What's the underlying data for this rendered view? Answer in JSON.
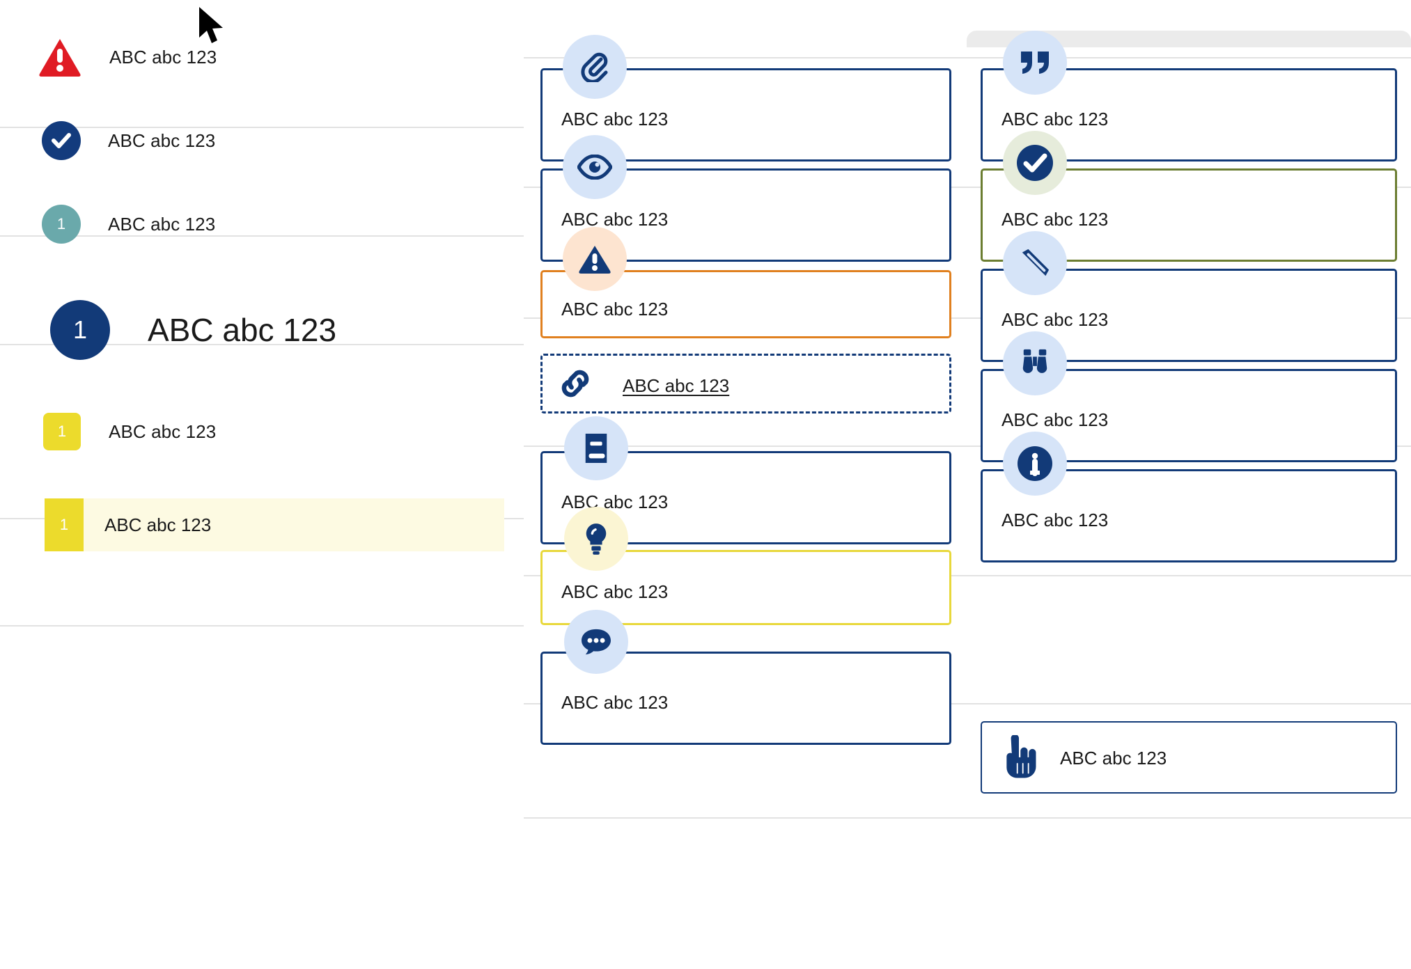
{
  "colors": {
    "navy": "#123a78",
    "navy_deep": "#133b7d",
    "red": "#e01b24",
    "teal": "#6aa9ab",
    "yellow": "#ecdb2c",
    "yellow_border": "#e8d83b",
    "yellow_highlight_bg": "#fdfae2",
    "orange": "#e0801f",
    "olive": "#6b7d31",
    "icon_bg_blue": "#d6e4f8",
    "icon_bg_peach": "#fde4d0",
    "icon_bg_mint": "#e6ecdb",
    "icon_bg_cream": "#fbf5d3",
    "divider": "#e2e2e2",
    "text": "#1a1a1a"
  },
  "left_column": {
    "rows": [
      {
        "icon": "warning-triangle-icon",
        "label": "ABC abc 123"
      },
      {
        "icon": "check-circle-icon",
        "label": "ABC abc 123"
      },
      {
        "icon": "number-circle-icon",
        "badge": "1",
        "label": "ABC abc 123"
      },
      {
        "icon": "number-circle-large-icon",
        "badge": "1",
        "label": "ABC abc 123"
      },
      {
        "icon": "number-square-icon",
        "badge": "1",
        "label": "ABC abc 123"
      }
    ],
    "highlighted_row": {
      "badge": "1",
      "label": "ABC abc 123"
    }
  },
  "middle_column": {
    "cards": [
      {
        "icon": "paperclip-icon",
        "label": "ABC abc 123",
        "border": "navy"
      },
      {
        "icon": "eye-icon",
        "label": "ABC abc 123",
        "border": "navy"
      },
      {
        "icon": "warning-triangle-icon",
        "label": "ABC abc 123",
        "border": "orange"
      },
      {
        "icon": "link-icon",
        "label": "ABC abc 123",
        "border": "dashed-navy",
        "underlined": true
      },
      {
        "icon": "book-icon",
        "label": "ABC abc 123",
        "border": "navy"
      },
      {
        "icon": "lightbulb-icon",
        "label": "ABC abc 123",
        "border": "yellow"
      },
      {
        "icon": "comment-icon",
        "label": "ABC abc 123",
        "border": "navy"
      }
    ]
  },
  "right_column": {
    "cards": [
      {
        "icon": "quote-icon",
        "label": "ABC abc 123",
        "border": "navy"
      },
      {
        "icon": "check-circle-icon",
        "label": "ABC abc 123",
        "border": "olive"
      },
      {
        "icon": "pencil-icon",
        "label": "ABC abc 123",
        "border": "navy"
      },
      {
        "icon": "binoculars-icon",
        "label": "ABC abc 123",
        "border": "navy"
      },
      {
        "icon": "info-circle-icon",
        "label": "ABC abc 123",
        "border": "navy"
      },
      {
        "icon": "hand-pointer-icon",
        "label": "ABC abc 123",
        "border": "navy-thin"
      }
    ]
  }
}
